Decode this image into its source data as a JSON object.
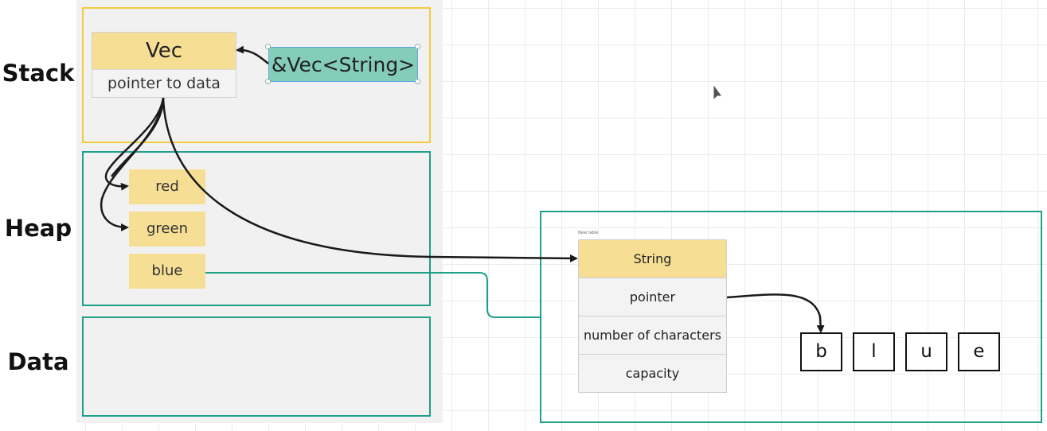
{
  "sections": {
    "stack": "Stack",
    "heap": "Heap",
    "data": "Data"
  },
  "stack": {
    "vec_title": "Vec",
    "vec_pointer": "pointer to data",
    "reference": "&Vec<String>"
  },
  "heap": {
    "items": [
      "red",
      "green",
      "blue"
    ]
  },
  "string_table": {
    "caption": "New table",
    "header": "String",
    "rows": [
      "pointer",
      "number of characters",
      "capacity"
    ]
  },
  "characters": [
    "b",
    "l",
    "u",
    "e"
  ],
  "colors": {
    "stack_border": "#f2cb3e",
    "region_border": "#1ea089",
    "cell_fill": "#f6df94",
    "reference_fill": "#84cdb9"
  }
}
